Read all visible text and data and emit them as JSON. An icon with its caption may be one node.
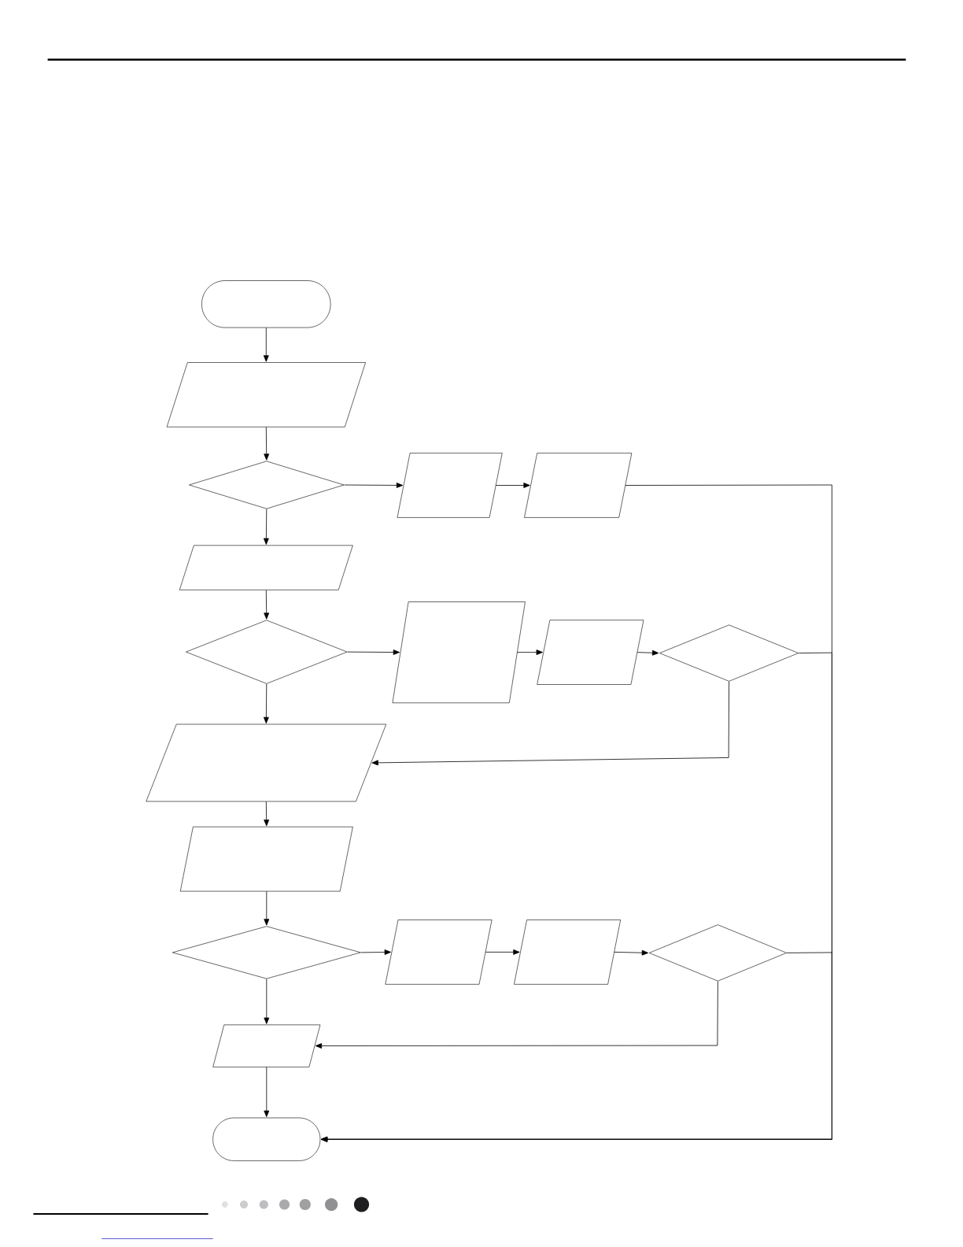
{
  "diagram": {
    "nodes": [
      {
        "text": [],
        "shape": "box"
      },
      {
        "text": [],
        "shape": "parallelogram"
      },
      {
        "text": [],
        "shape": "diamond"
      },
      {
        "text": [],
        "shape": "parallelogram"
      },
      {
        "text": [],
        "shape": "parallelogram"
      },
      {
        "text": [],
        "shape": "parallelogram"
      },
      {
        "text": [],
        "shape": "diamond"
      },
      {
        "text": [],
        "shape": "parallelogram"
      },
      {
        "text": [],
        "shape": "parallelogram"
      },
      {
        "text": [],
        "shape": "diamond"
      },
      {
        "text": [],
        "shape": "parallelogram"
      },
      {
        "text": [],
        "shape": "parallelogram"
      },
      {
        "text": [],
        "shape": "diamond"
      },
      {
        "text": [],
        "shape": "parallelogram"
      },
      {
        "text": [],
        "shape": "parallelogram"
      },
      {
        "text": [],
        "shape": "diamond"
      },
      {
        "text": [],
        "shape": "parallelogram"
      },
      {
        "text": [],
        "shape": "box"
      }
    ],
    "edges": [
      {
        "from": 0,
        "to": 1,
        "arrow": "to"
      },
      {
        "from": 1,
        "to": 2,
        "arrow": "to"
      },
      {
        "from": 2,
        "to": 3,
        "arrow": "to"
      },
      {
        "from": 3,
        "to": 4,
        "arrow": "to"
      },
      {
        "from": 4,
        "to": 17,
        "arrow": "to"
      },
      {
        "from": 2,
        "to": 5,
        "arrow": "to"
      },
      {
        "from": 5,
        "to": 6,
        "arrow": "to"
      },
      {
        "from": 6,
        "to": 7,
        "arrow": "to"
      },
      {
        "from": 7,
        "to": 8,
        "arrow": "to"
      },
      {
        "from": 8,
        "to": 9,
        "arrow": "to"
      },
      {
        "from": 9,
        "to": 17,
        "arrow": "to"
      },
      {
        "from": 9,
        "to": 10,
        "arrow": "to"
      },
      {
        "from": 6,
        "to": 10,
        "arrow": "to"
      },
      {
        "from": 10,
        "to": 11,
        "arrow": "to"
      },
      {
        "from": 11,
        "to": 12,
        "arrow": "to"
      },
      {
        "from": 12,
        "to": 13,
        "arrow": "to"
      },
      {
        "from": 13,
        "to": 14,
        "arrow": "to"
      },
      {
        "from": 14,
        "to": 15,
        "arrow": "to"
      },
      {
        "from": 15,
        "to": 17,
        "arrow": "to"
      },
      {
        "from": 15,
        "to": 16,
        "arrow": "to"
      },
      {
        "from": 12,
        "to": 16,
        "arrow": "to"
      },
      {
        "from": 16,
        "to": 17,
        "arrow": "to"
      }
    ]
  }
}
